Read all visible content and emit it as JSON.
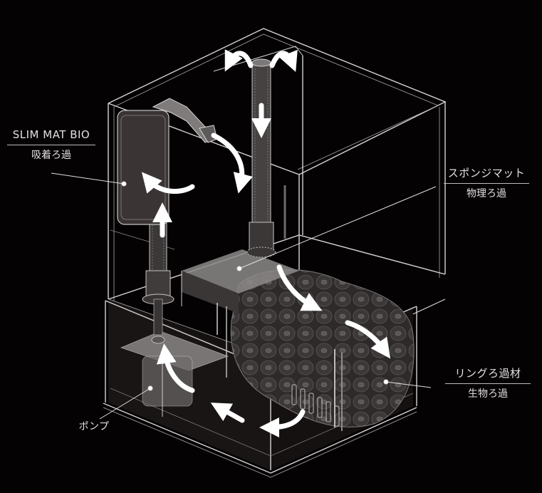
{
  "diagram": {
    "subject": "aquarium-filtration-system-isometric-cutaway",
    "background_color": "#040203",
    "line_color": "#d8d6d6",
    "arrow_color": "#ffffff",
    "labels": {
      "slim_mat_bio": {
        "title": "SLIM MAT BIO",
        "subtitle": "吸着ろ過"
      },
      "sponge_mat": {
        "title": "スポンジマット",
        "subtitle": "物理ろ過"
      },
      "ring_media": {
        "title": "リングろ過材",
        "subtitle": "生物ろ過"
      },
      "pump": {
        "title": "ポンプ"
      }
    },
    "components": [
      "upper-tank",
      "lower-sump",
      "overflow-pipe",
      "return-pipe",
      "slim-mat-bio-panel",
      "sponge-mat-tray",
      "ring-media-basket",
      "pump-unit",
      "water-flow-arrows"
    ]
  }
}
